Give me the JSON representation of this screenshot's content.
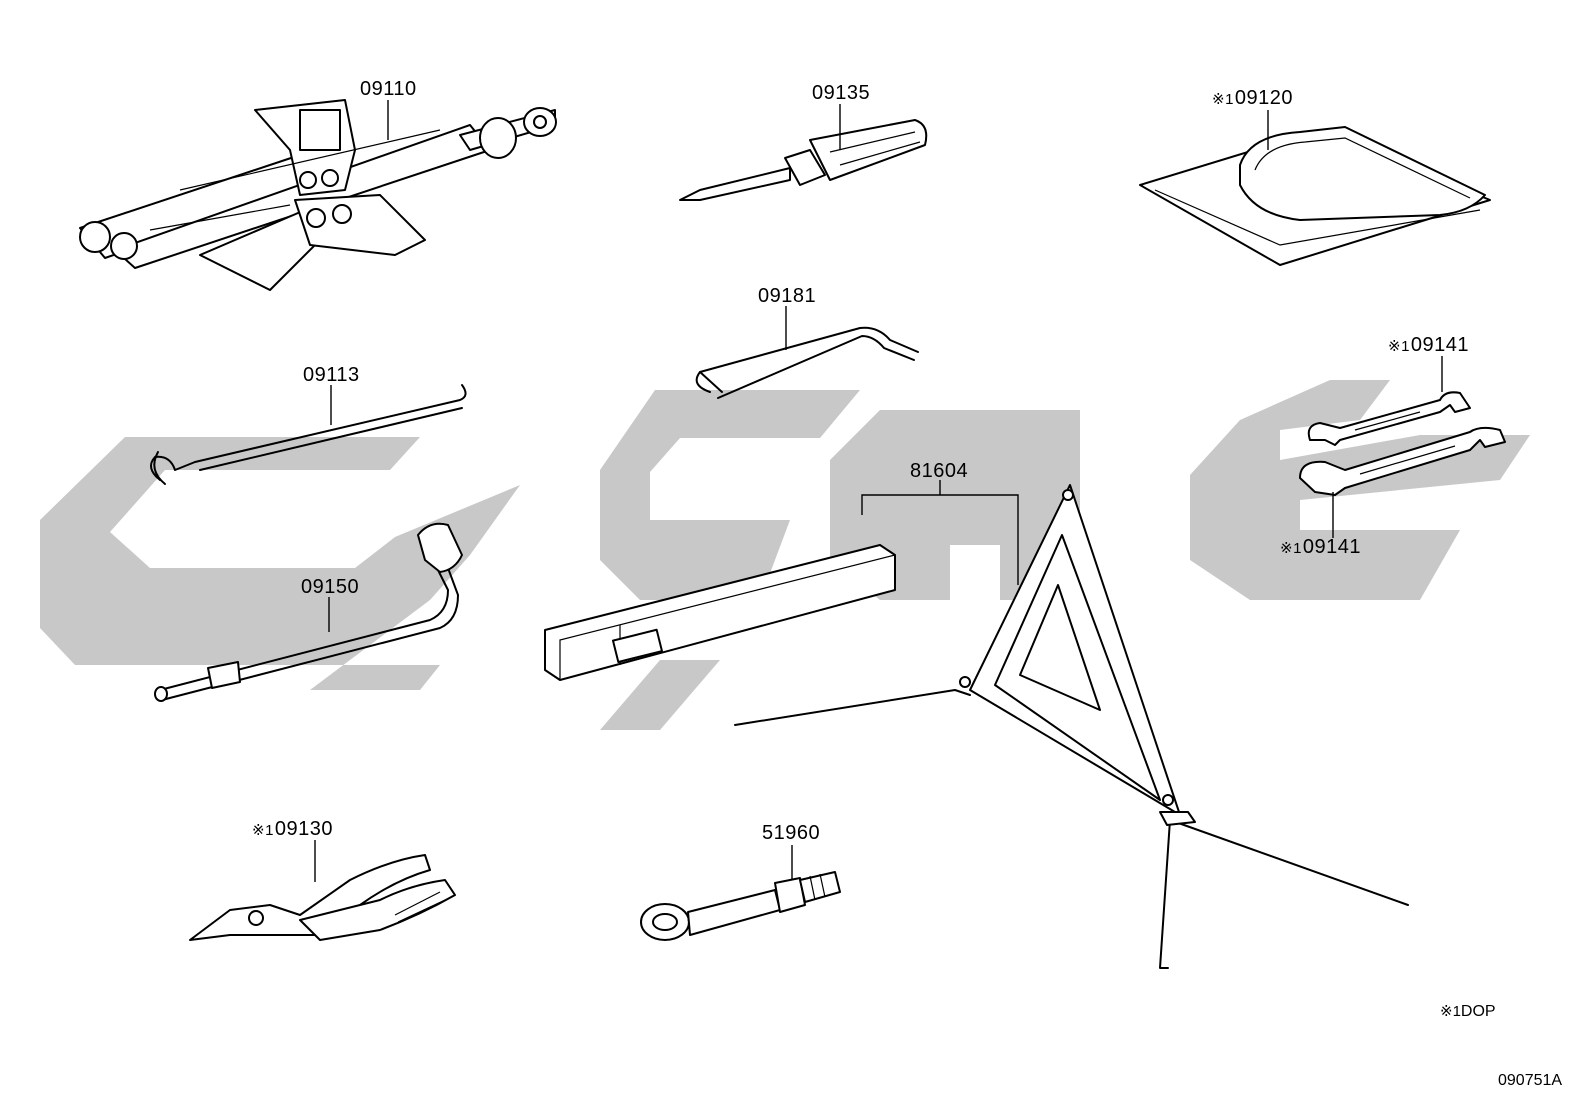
{
  "watermark": {
    "name": "logo-watermark",
    "color": "#c6c6c6"
  },
  "parts": [
    {
      "id": "jack",
      "number": "09110",
      "dop": false
    },
    {
      "id": "screwdriver",
      "number": "09135",
      "dop": false
    },
    {
      "id": "tool-bag",
      "number": "09120",
      "dop": true
    },
    {
      "id": "jack-handle",
      "number": "09113",
      "dop": false
    },
    {
      "id": "hex-wrench",
      "number": "09181",
      "dop": false
    },
    {
      "id": "wrench-upper",
      "number": "09141",
      "dop": true
    },
    {
      "id": "wrench-lower",
      "number": "09141",
      "dop": true
    },
    {
      "id": "lug-wrench",
      "number": "09150",
      "dop": false
    },
    {
      "id": "warning-triangle",
      "number": "81604",
      "dop": false
    },
    {
      "id": "pliers",
      "number": "09130",
      "dop": true
    },
    {
      "id": "towing-eye",
      "number": "51960",
      "dop": false
    }
  ],
  "dop_mark": "※1",
  "legend": {
    "mark": "※1",
    "text": "DOP"
  },
  "diagram_id": "090751A"
}
